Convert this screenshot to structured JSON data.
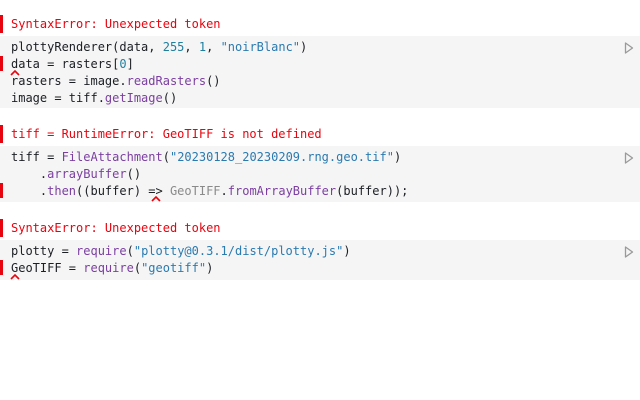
{
  "cells": [
    {
      "error": "SyntaxError: Unexpected token",
      "lines": [
        [
          {
            "t": "plottyRenderer",
            "c": "v"
          },
          {
            "t": "(data, ",
            "c": "op"
          },
          {
            "t": "255",
            "c": "num"
          },
          {
            "t": ", ",
            "c": "op"
          },
          {
            "t": "1",
            "c": "num"
          },
          {
            "t": ", ",
            "c": "op"
          },
          {
            "t": "\"noirBlanc\"",
            "c": "str"
          },
          {
            "t": ")",
            "c": "op"
          }
        ],
        [
          {
            "t": "data = rasters[",
            "c": "v"
          },
          {
            "t": "0",
            "c": "num"
          },
          {
            "t": "]",
            "c": "op"
          }
        ],
        [
          {
            "t": "rasters = image.",
            "c": "v"
          },
          {
            "t": "readRasters",
            "c": "fn"
          },
          {
            "t": "()",
            "c": "op"
          }
        ],
        [
          {
            "t": "image = tiff.",
            "c": "v"
          },
          {
            "t": "getImage",
            "c": "fn"
          },
          {
            "t": "()",
            "c": "op"
          }
        ]
      ]
    },
    {
      "error": "tiff = RuntimeError: GeoTIFF is not defined",
      "lines": [
        [
          {
            "t": "tiff = ",
            "c": "v"
          },
          {
            "t": "FileAttachment",
            "c": "fn"
          },
          {
            "t": "(",
            "c": "op"
          },
          {
            "t": "\"20230128_20230209.rng.geo.tif\"",
            "c": "str"
          },
          {
            "t": ")",
            "c": "op"
          }
        ],
        [
          {
            "t": "    .",
            "c": "op"
          },
          {
            "t": "arrayBuffer",
            "c": "fn"
          },
          {
            "t": "()",
            "c": "op"
          }
        ],
        [
          {
            "t": "    .",
            "c": "op"
          },
          {
            "t": "then",
            "c": "fn"
          },
          {
            "t": "((buffer) => ",
            "c": "op"
          },
          {
            "t": "GeoTIFF",
            "c": "grey"
          },
          {
            "t": ".",
            "c": "op"
          },
          {
            "t": "fromArrayBuffer",
            "c": "fn"
          },
          {
            "t": "(buffer));",
            "c": "op"
          }
        ]
      ]
    },
    {
      "error": "SyntaxError: Unexpected token",
      "lines": [
        [
          {
            "t": "plotty = ",
            "c": "v"
          },
          {
            "t": "require",
            "c": "fn"
          },
          {
            "t": "(",
            "c": "op"
          },
          {
            "t": "\"plotty@0.3.1/dist/plotty.js\"",
            "c": "str"
          },
          {
            "t": ")",
            "c": "op"
          }
        ],
        [
          {
            "t": "GeoTIFF = ",
            "c": "v"
          },
          {
            "t": "require",
            "c": "fn"
          },
          {
            "t": "(",
            "c": "op"
          },
          {
            "t": "\"geotiff\"",
            "c": "str"
          },
          {
            "t": ")",
            "c": "op"
          }
        ]
      ]
    }
  ],
  "colors": {
    "error": "#e7040f",
    "cell_background": "#f5f5f5",
    "number": "#1f7f9e",
    "string": "#2a7ab0",
    "function": "#7b3fa0",
    "undefined_ref": "#8a8a8a"
  },
  "icons": {
    "run": "play-outline-icon",
    "error_caret": "caret-up-icon"
  }
}
